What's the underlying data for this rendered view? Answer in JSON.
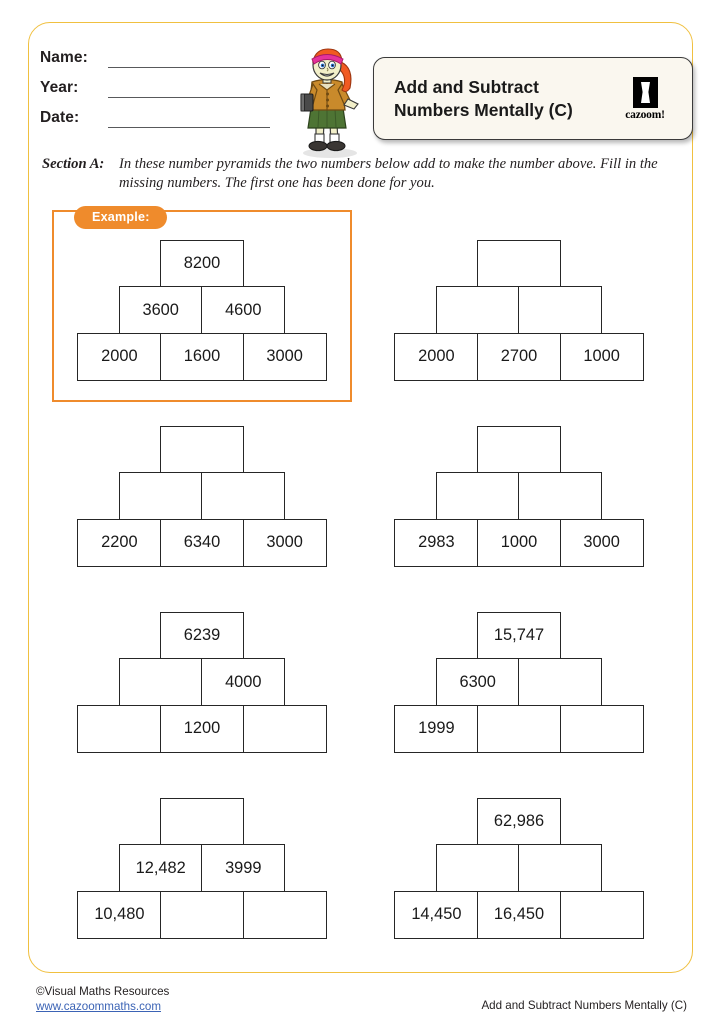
{
  "header": {
    "fields": [
      {
        "label": "Name:"
      },
      {
        "label": "Year:"
      },
      {
        "label": "Date:"
      }
    ],
    "title_line1": "Add and Subtract",
    "title_line2": "Numbers Mentally (C)",
    "logo_word": "cazoom!"
  },
  "instructions": {
    "section_label": "Section A:",
    "body": "In these number pyramids the two numbers below add to make the number above. Fill in the missing numbers. The first one has been done for you."
  },
  "example": {
    "tag": "Example:",
    "pyramid": {
      "top": [
        "8200"
      ],
      "middle": [
        "3600",
        "4600"
      ],
      "bottom": [
        "2000",
        "1600",
        "3000"
      ]
    }
  },
  "questions": [
    {
      "id": "q1",
      "top": [
        ""
      ],
      "middle": [
        "",
        ""
      ],
      "bottom": [
        "2000",
        "2700",
        "1000"
      ]
    },
    {
      "id": "q2",
      "top": [
        ""
      ],
      "middle": [
        "",
        ""
      ],
      "bottom": [
        "2200",
        "6340",
        "3000"
      ]
    },
    {
      "id": "q3",
      "top": [
        ""
      ],
      "middle": [
        "",
        ""
      ],
      "bottom": [
        "2983",
        "1000",
        "3000"
      ]
    },
    {
      "id": "q4",
      "top": [
        "6239"
      ],
      "middle": [
        "",
        "4000"
      ],
      "bottom": [
        "",
        "1200",
        ""
      ]
    },
    {
      "id": "q5",
      "top": [
        "15,747"
      ],
      "middle": [
        "6300",
        ""
      ],
      "bottom": [
        "1999",
        "",
        ""
      ]
    },
    {
      "id": "q6",
      "top": [
        ""
      ],
      "middle": [
        "12,482",
        "3999"
      ],
      "bottom": [
        "10,480",
        "",
        ""
      ]
    },
    {
      "id": "q7",
      "top": [
        "62,986"
      ],
      "middle": [
        "",
        ""
      ],
      "bottom": [
        "14,450",
        "16,450",
        ""
      ]
    }
  ],
  "footer": {
    "copyright": "©Visual Maths Resources",
    "website": "www.cazoommaths.com",
    "doc_title": "Add and Subtract Numbers Mentally (C)"
  },
  "colors": {
    "page_border": "#f0c040",
    "accent_orange": "#ef8b2c",
    "link_blue": "#3b63b5",
    "cell_border": "#262626",
    "title_bg": "#faf7ef"
  }
}
